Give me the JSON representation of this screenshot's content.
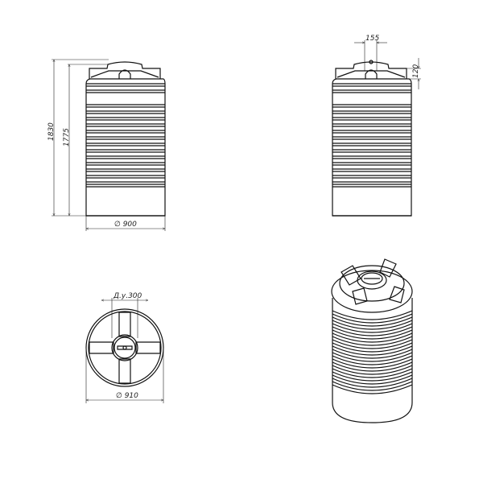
{
  "dimensions": {
    "total_height": "1830",
    "body_height": "1775",
    "front_diameter": "∅ 900",
    "lid_width": "155",
    "lid_height": "120",
    "nominal_bore": "Д.у.300",
    "top_diameter": "∅ 910"
  },
  "colors": {
    "line": "#111111",
    "background": "#ffffff"
  }
}
